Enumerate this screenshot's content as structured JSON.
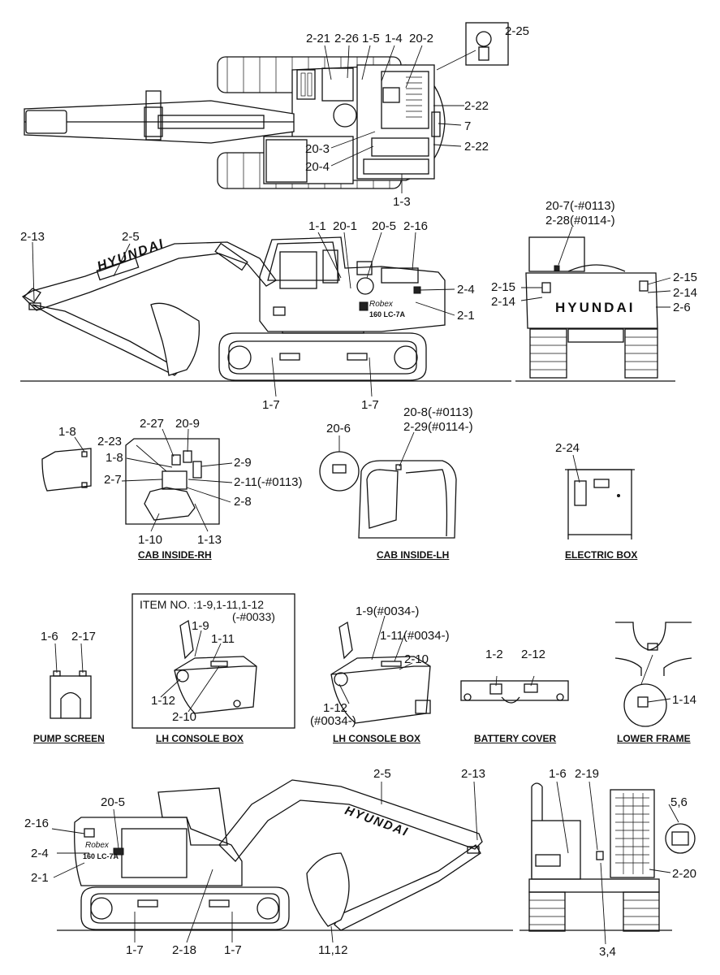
{
  "callouts": {
    "top": [
      "2-21",
      "2-26",
      "1-5",
      "1-4",
      "20-2",
      "2-25",
      "2-22",
      "7",
      "2-22",
      "20-3",
      "20-4",
      "1-3"
    ],
    "side": [
      "2-13",
      "2-5",
      "1-1",
      "20-1",
      "20-5",
      "2-16",
      "2-4",
      "2-1",
      "1-7",
      "1-7"
    ],
    "rear": [
      "20-7(-#0113)",
      "2-28(#0114-)",
      "2-15",
      "2-14",
      "2-15",
      "2-14",
      "2-6"
    ],
    "cab_rh": [
      "1-8",
      "2-27",
      "20-9",
      "2-23",
      "1-8",
      "2-7",
      "2-9",
      "2-11(-#0113)",
      "2-8",
      "1-10",
      "1-13"
    ],
    "cab_lh": [
      "20-6",
      "20-8(-#0113)",
      "2-29(#0114-)"
    ],
    "electric": [
      "2-24"
    ],
    "item_box": [
      "ITEM NO. :1-9,1-11,1-12",
      "(-#0033)",
      "1-9",
      "1-11",
      "1-12",
      "2-10"
    ],
    "console2": [
      "1-9(#0034-)",
      "1-11(#0034-)",
      "2-10",
      "1-12",
      "(#0034-)"
    ],
    "pump": [
      "1-6",
      "2-17"
    ],
    "battery": [
      "1-2",
      "2-12"
    ],
    "lower": [
      "1-14"
    ],
    "bottom": [
      "2-16",
      "20-5",
      "2-4",
      "2-1",
      "1-7",
      "2-18",
      "1-7",
      "11,12",
      "2-5",
      "2-13"
    ],
    "rear2": [
      "1-6",
      "2-19",
      "5,6",
      "2-20",
      "3,4"
    ]
  },
  "captions": {
    "cab_rh": "CAB INSIDE-RH",
    "cab_lh": "CAB INSIDE-LH",
    "electric": "ELECTRIC BOX",
    "pump": "PUMP SCREEN",
    "console1": "LH CONSOLE BOX",
    "console2": "LH CONSOLE BOX",
    "battery": "BATTERY COVER",
    "lower": "LOWER FRAME"
  },
  "brand": {
    "logo_text": "HYUNDAI",
    "model_text": "160 LC-7A",
    "model_script": "Robex"
  }
}
